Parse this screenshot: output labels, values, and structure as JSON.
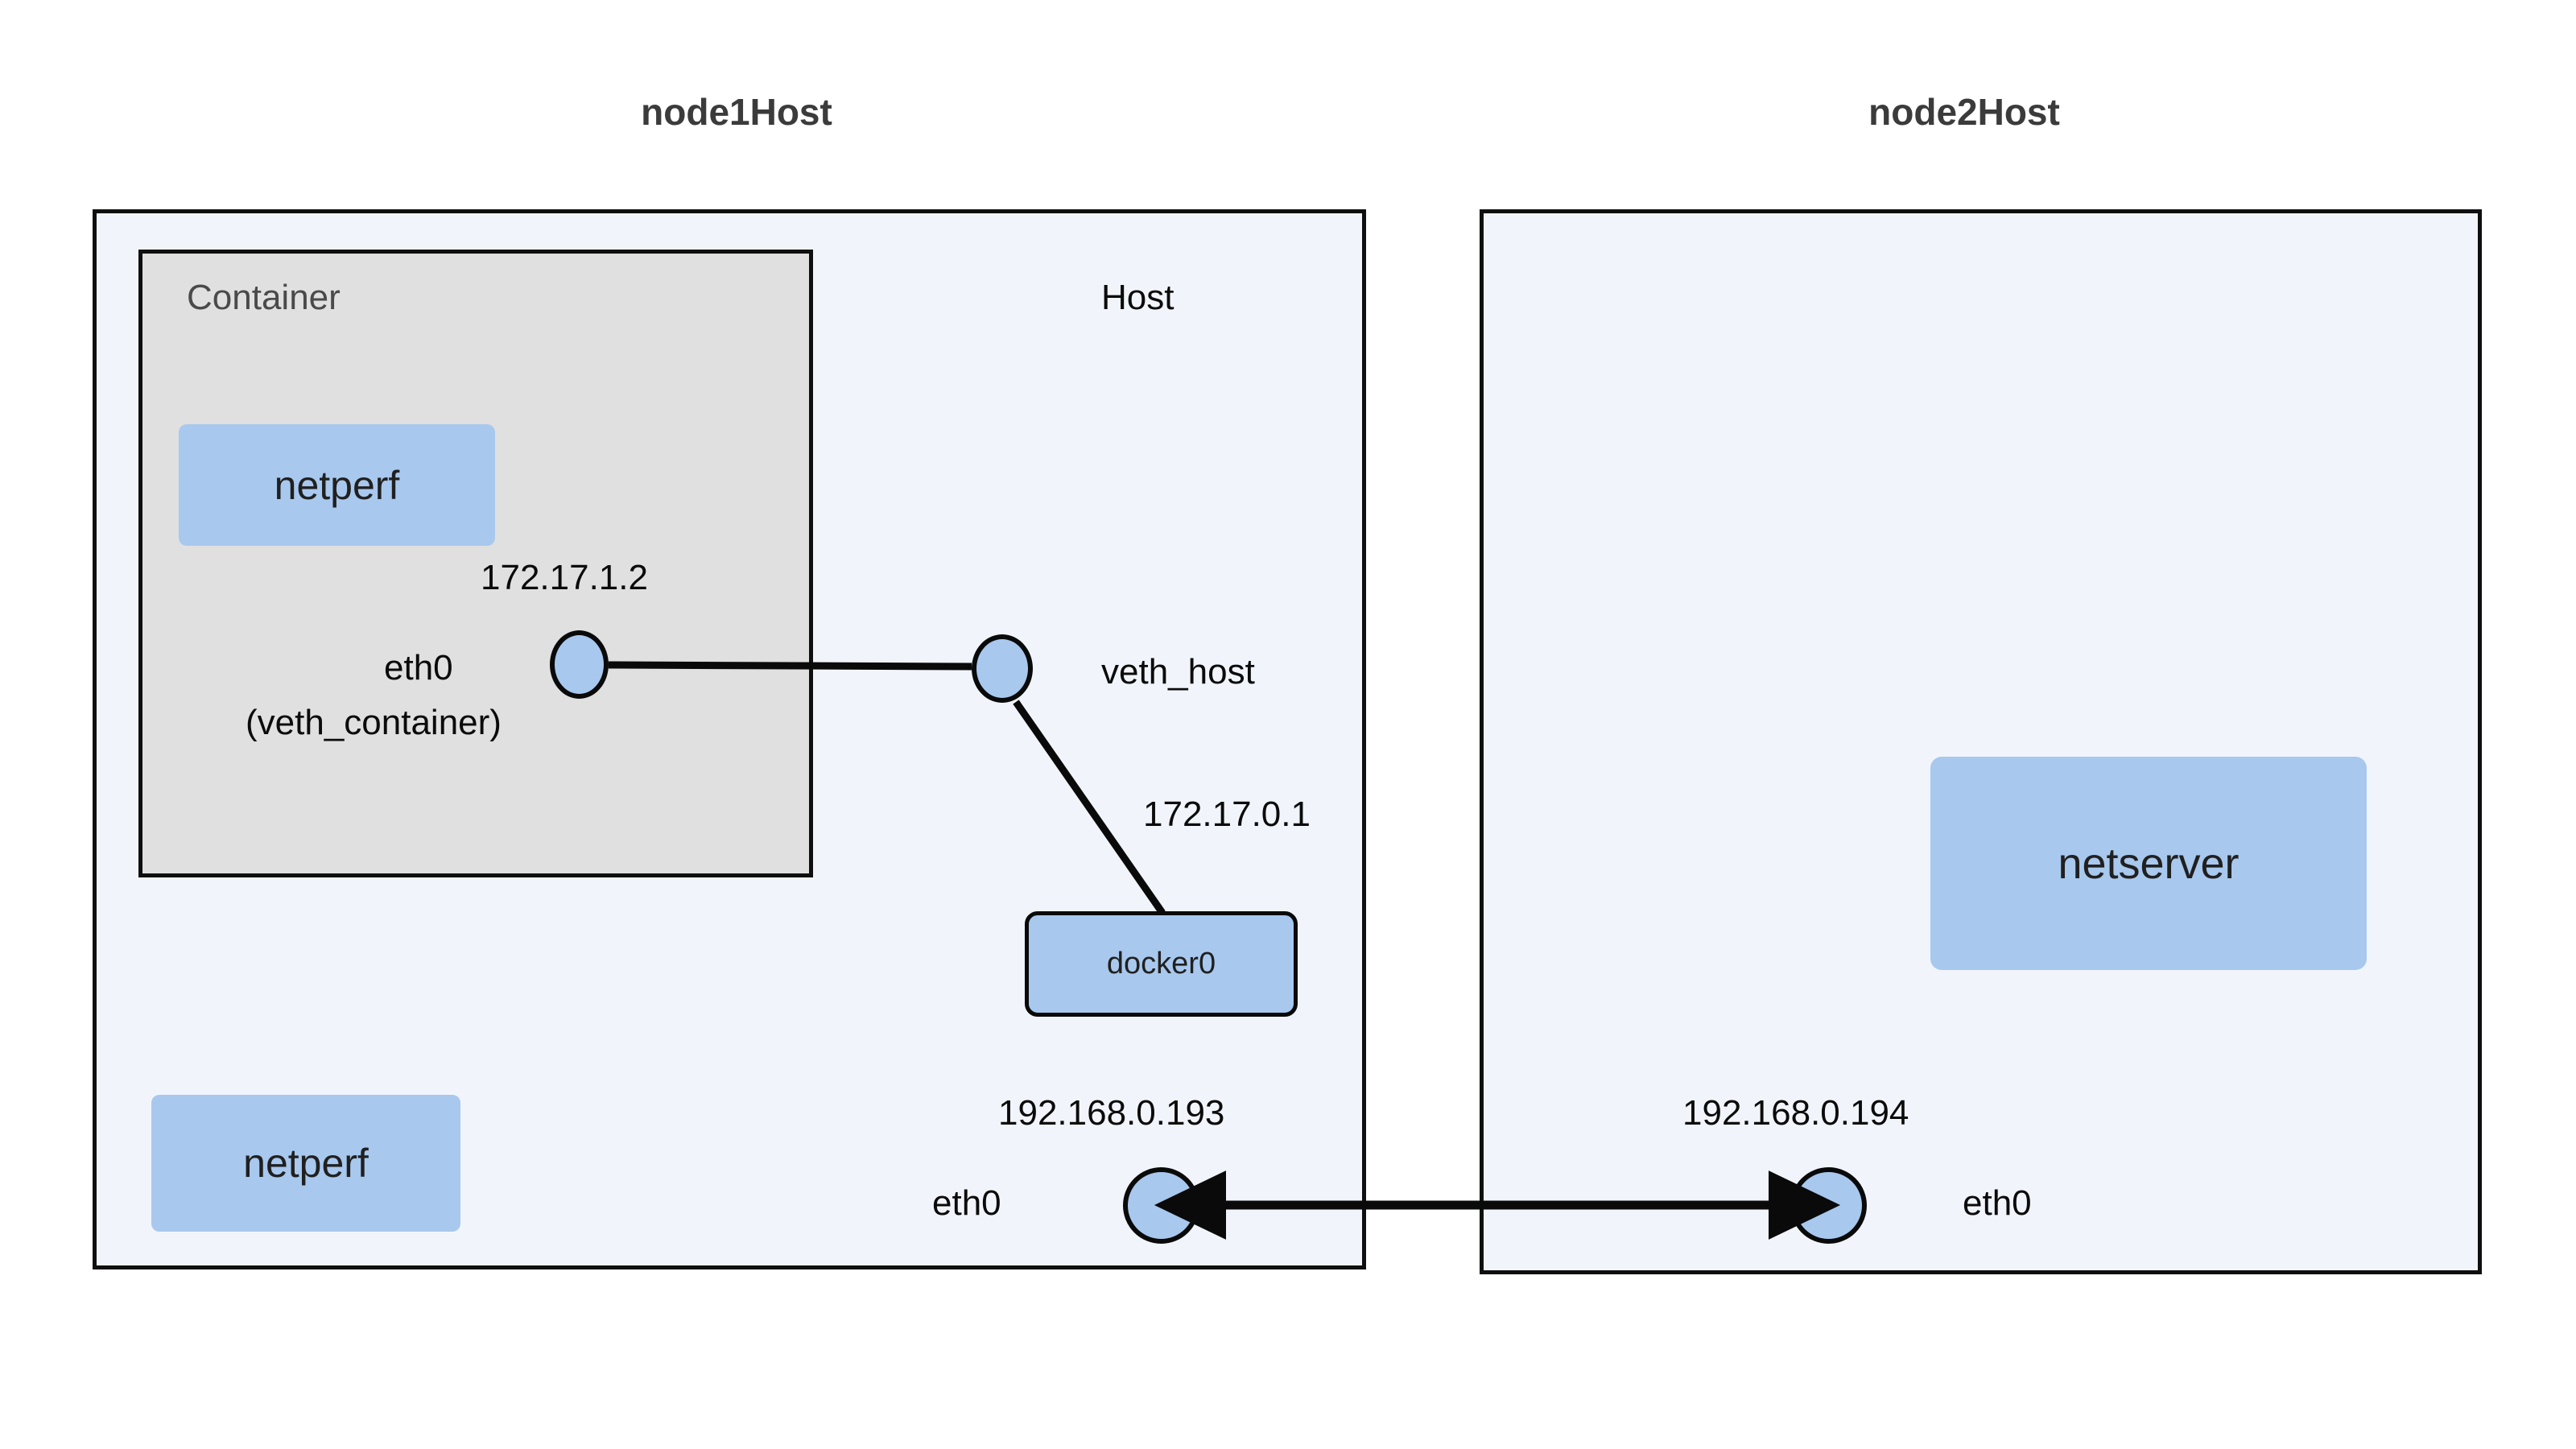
{
  "diagram": {
    "title_left": "node1Host",
    "title_right": "node2Host",
    "colors": {
      "panel_fill": "#f1f5fb",
      "container_fill": "#e0e0e0",
      "node_fill": "#a8c8ee",
      "stroke": "#0a0a0a",
      "text": "#0b0b0b"
    }
  },
  "node1": {
    "container": {
      "label": "Container",
      "process": "netperf",
      "iface": {
        "name": "eth0",
        "alias": "(veth_container)",
        "ip": "172.17.1.2"
      }
    },
    "host": {
      "label": "Host",
      "process": "netperf",
      "veth": {
        "name": "veth_host"
      },
      "bridge": {
        "name": "docker0",
        "ip": "172.17.0.1"
      },
      "iface": {
        "name": "eth0",
        "ip": "192.168.0.193"
      }
    }
  },
  "node2": {
    "process": "netserver",
    "iface": {
      "name": "eth0",
      "ip": "192.168.0.194"
    }
  }
}
